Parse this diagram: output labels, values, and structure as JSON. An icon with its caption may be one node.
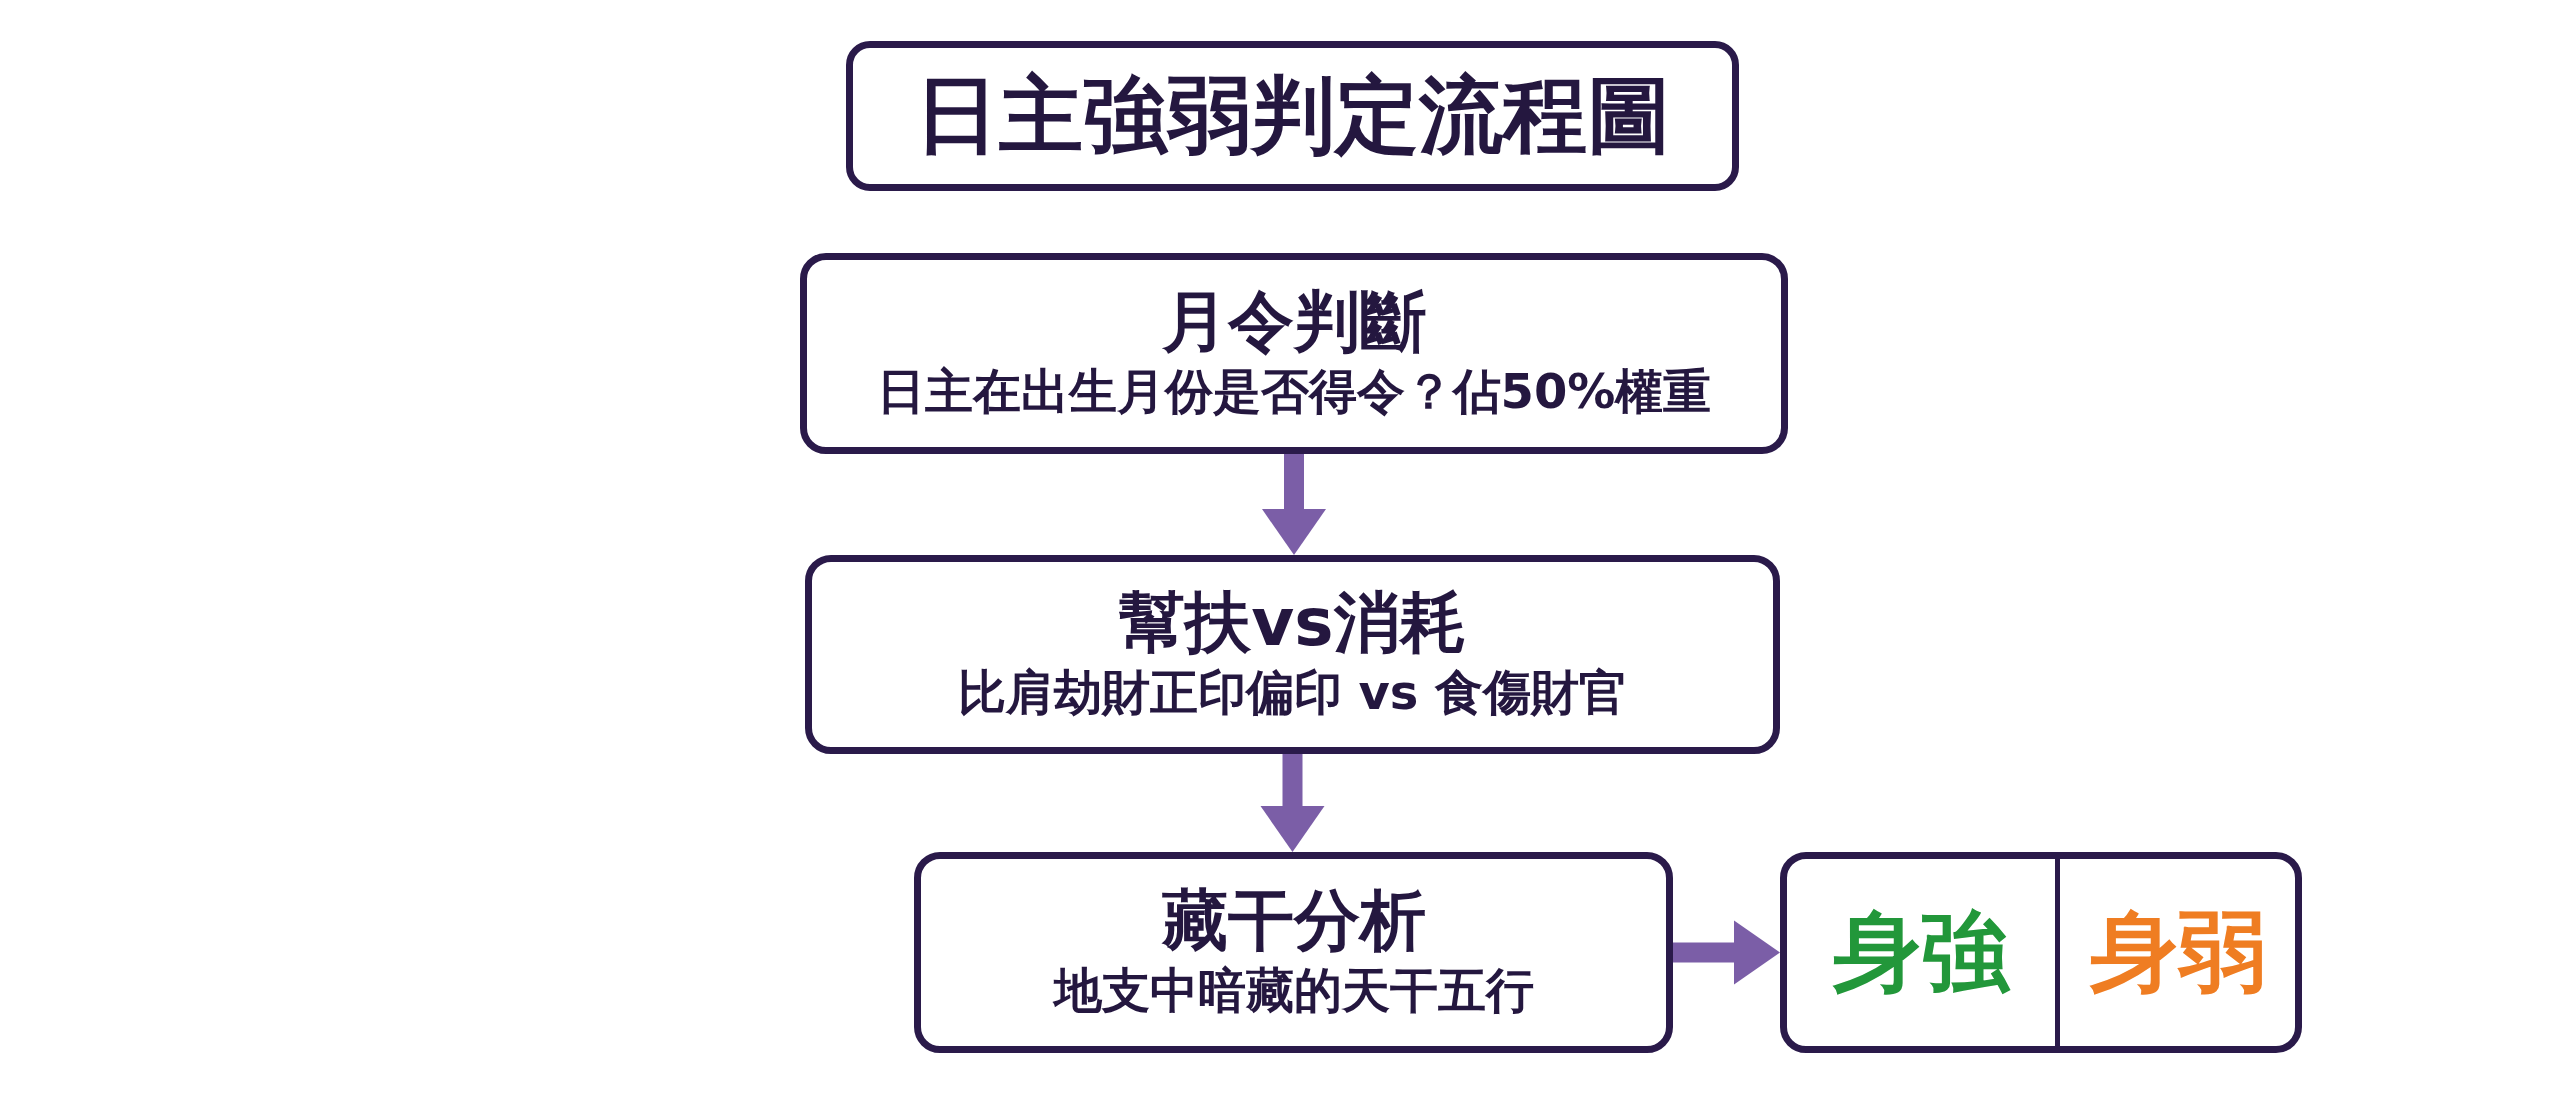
{
  "diagram": {
    "title": "日主強弱判定流程圖",
    "nodes": [
      {
        "text": [
          "月令判斷",
          "日主在出生月份是否得令？佔50%權重"
        ]
      },
      {
        "text": [
          "幫扶vs消耗",
          "比肩劫財正印偏印 vs 食傷財官"
        ]
      },
      {
        "text": [
          "藏干分析",
          "地支中暗藏的天干五行"
        ]
      },
      {
        "text": [],
        "shape": "box"
      },
      {
        "text": [
          "身強"
        ],
        "in": 3
      },
      {
        "text": [
          "身弱"
        ],
        "in": 3
      }
    ],
    "edges": [
      {
        "from": 0,
        "to": 1,
        "arrow": "to"
      },
      {
        "from": 1,
        "to": 2,
        "arrow": "to"
      },
      {
        "from": 2,
        "to": 3,
        "arrow": "to"
      }
    ]
  }
}
